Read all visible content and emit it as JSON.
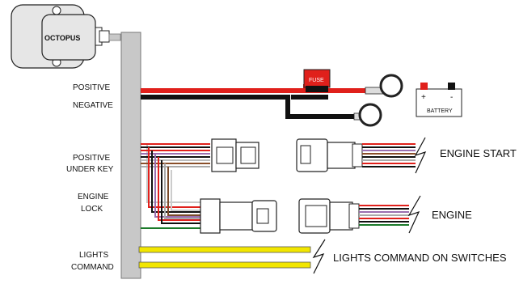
{
  "module": {
    "name": "OCTOPUS"
  },
  "left_labels": {
    "positive": "POSITIVE",
    "negative": "NEGATIVE",
    "positive_under_key_1": "POSITIVE",
    "positive_under_key_2": "UNDER KEY",
    "engine_lock_1": "ENGINE",
    "engine_lock_2": "LOCK",
    "lights_command_1": "LIGHTS",
    "lights_command_2": "COMMAND"
  },
  "battery": {
    "label": "BATTERY",
    "plus": "+",
    "minus": "-"
  },
  "fuse": {
    "label": "FUSE"
  },
  "right_labels": {
    "engine_start": "ENGINE START",
    "engine": "ENGINE",
    "lights": "LIGHTS COMMAND ON SWITCHES"
  },
  "colors": {
    "red": "#e0201b",
    "black": "#111111",
    "yellow": "#f2e600",
    "grey_trunk": "#c8c8c8",
    "module_fill": "#e6e6e6"
  }
}
